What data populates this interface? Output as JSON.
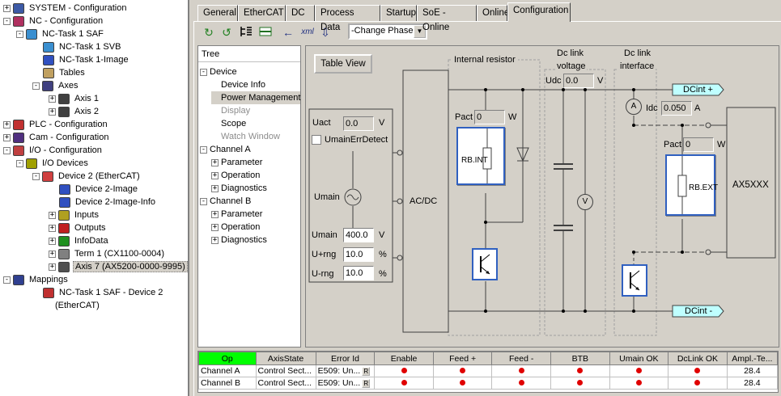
{
  "project_tree": [
    {
      "label": "SYSTEM - Configuration",
      "level": 0,
      "exp": "+",
      "icon": "system-icon",
      "color": "#3c5aa6"
    },
    {
      "label": "NC - Configuration",
      "level": 0,
      "exp": "-",
      "icon": "nc-icon",
      "color": "#b03060"
    },
    {
      "label": "NC-Task 1 SAF",
      "level": 1,
      "exp": "-",
      "icon": "task-icon",
      "color": "#3a8fd0"
    },
    {
      "label": "NC-Task 1 SVB",
      "level": 2,
      "exp": "",
      "icon": "task-icon",
      "color": "#3a8fd0"
    },
    {
      "label": "NC-Task 1-Image",
      "level": 2,
      "exp": "",
      "icon": "image-icon",
      "color": "#3050c0"
    },
    {
      "label": "Tables",
      "level": 2,
      "exp": "",
      "icon": "tables-icon",
      "color": "#c0a060"
    },
    {
      "label": "Axes",
      "level": 2,
      "exp": "-",
      "icon": "axes-icon",
      "color": "#404080"
    },
    {
      "label": "Axis 1",
      "level": 3,
      "exp": "+",
      "icon": "axis-icon",
      "color": "#404040"
    },
    {
      "label": "Axis 2",
      "level": 3,
      "exp": "+",
      "icon": "axis-icon",
      "color": "#404040"
    },
    {
      "label": "PLC - Configuration",
      "level": 0,
      "exp": "+",
      "icon": "plc-icon",
      "color": "#c03030"
    },
    {
      "label": "Cam - Configuration",
      "level": 0,
      "exp": "+",
      "icon": "cam-icon",
      "color": "#503080"
    },
    {
      "label": "I/O - Configuration",
      "level": 0,
      "exp": "-",
      "icon": "io-icon",
      "color": "#c04040"
    },
    {
      "label": "I/O Devices",
      "level": 1,
      "exp": "-",
      "icon": "io-devices-icon",
      "color": "#a0a000"
    },
    {
      "label": "Device 2 (EtherCAT)",
      "level": 2,
      "exp": "-",
      "icon": "ethercat-icon",
      "color": "#d04040"
    },
    {
      "label": "Device 2-Image",
      "level": 3,
      "exp": "",
      "icon": "image-icon",
      "color": "#3050c0"
    },
    {
      "label": "Device 2-Image-Info",
      "level": 3,
      "exp": "",
      "icon": "image-icon",
      "color": "#3050c0"
    },
    {
      "label": "Inputs",
      "level": 3,
      "exp": "+",
      "icon": "inputs-icon",
      "color": "#b0a020"
    },
    {
      "label": "Outputs",
      "level": 3,
      "exp": "+",
      "icon": "outputs-icon",
      "color": "#c02020"
    },
    {
      "label": "InfoData",
      "level": 3,
      "exp": "+",
      "icon": "infodata-icon",
      "color": "#209020"
    },
    {
      "label": "Term 1 (CX1100-0004)",
      "level": 3,
      "exp": "+",
      "icon": "terminal-icon",
      "color": "#808080"
    },
    {
      "label": "Axis 7 (AX5200-0000-9995)",
      "level": 3,
      "exp": "+",
      "icon": "drive-icon",
      "color": "#505050",
      "selected": true
    },
    {
      "label": "Mappings",
      "level": 0,
      "exp": "-",
      "icon": "mappings-icon",
      "color": "#304090"
    },
    {
      "label": "NC-Task 1 SAF - Device 2",
      "level": 2,
      "exp": "",
      "icon": "mapping-icon",
      "color": "#c03030"
    },
    {
      "label": "(EtherCAT)",
      "level": 2,
      "exp": "",
      "icon": "",
      "color": "",
      "continuation": true
    }
  ],
  "tabs": [
    "General",
    "EtherCAT",
    "DC",
    "Process Data",
    "Startup",
    "SoE - Online",
    "Online",
    "Configuration"
  ],
  "active_tab": "Configuration",
  "toolbar": {
    "phase_combo": "-Change Phase-"
  },
  "config_tree": {
    "header": "Tree",
    "items": [
      {
        "label": "Device",
        "level": 0,
        "exp": "-"
      },
      {
        "label": "Device Info",
        "level": 1,
        "exp": ""
      },
      {
        "label": "Power Management",
        "level": 1,
        "exp": "",
        "selected": true
      },
      {
        "label": "Display",
        "level": 1,
        "exp": "",
        "disabled": true
      },
      {
        "label": "Scope",
        "level": 1,
        "exp": ""
      },
      {
        "label": "Watch Window",
        "level": 1,
        "exp": "",
        "disabled": true
      },
      {
        "label": "Channel A",
        "level": 0,
        "exp": "-"
      },
      {
        "label": "Parameter",
        "level": 1,
        "exp": "+"
      },
      {
        "label": "Operation",
        "level": 1,
        "exp": "+"
      },
      {
        "label": "Diagnostics",
        "level": 1,
        "exp": "+"
      },
      {
        "label": "Channel B",
        "level": 0,
        "exp": "-"
      },
      {
        "label": "Parameter",
        "level": 1,
        "exp": "+"
      },
      {
        "label": "Operation",
        "level": 1,
        "exp": "+"
      },
      {
        "label": "Diagnostics",
        "level": 1,
        "exp": "+"
      }
    ]
  },
  "diagram": {
    "table_view_button": "Table View",
    "internal_resistor_label": "Internal resistor",
    "dc_link_voltage_label_1": "Dc link",
    "dc_link_voltage_label_2": "voltage",
    "dc_link_interface_label_1": "Dc link",
    "dc_link_interface_label_2": "interface",
    "uact_label": "Uact",
    "uact_value": "0.0",
    "uact_unit": "V",
    "umain_err_label": "UmainErrDetect",
    "umain_source_label": "Umain",
    "umain_label": "Umain",
    "umain_value": "400.0",
    "umain_unit": "V",
    "uprng_label": "U+rng",
    "uprng_value": "10.0",
    "uprng_unit": "%",
    "umrng_label": "U-rng",
    "umrng_value": "10.0",
    "umrng_unit": "%",
    "acdc_label": "AC/DC",
    "pact_int_label": "Pact",
    "pact_int_value": "0",
    "pact_int_unit": "W",
    "rb_int_label": "RB.INT",
    "udc_label": "Udc",
    "udc_value": "0.0",
    "udc_unit": "V",
    "dcint_plus": "DCint +",
    "dcint_minus": "DCint -",
    "ammeter_symbol": "A",
    "voltmeter_symbol": "V",
    "idc_label": "Idc",
    "idc_value": "0.050",
    "idc_unit": "A",
    "pact_ext_label": "Pact",
    "pact_ext_value": "0",
    "pact_ext_unit": "W",
    "rb_ext_label": "RB.EXT",
    "ax5xxx_label": "AX5XXX"
  },
  "status_grid": {
    "columns": [
      "Op",
      "AxisState",
      "Error Id",
      "Enable",
      "Feed +",
      "Feed -",
      "BTB",
      "Umain OK",
      "DcLink OK",
      "Ampl.-Te..."
    ],
    "rows": [
      {
        "name": "Channel A",
        "axis_state": "Control Sect...",
        "error": "E509: Un...",
        "error_btn": "R",
        "temp": "28.4"
      },
      {
        "name": "Channel B",
        "axis_state": "Control Sect...",
        "error": "E509: Un...",
        "error_btn": "R",
        "temp": "28.4"
      }
    ]
  },
  "colors": {
    "led_red": "#e00000",
    "op_header": "#00ff00",
    "dc_bus_arrow": "#bfffff"
  }
}
